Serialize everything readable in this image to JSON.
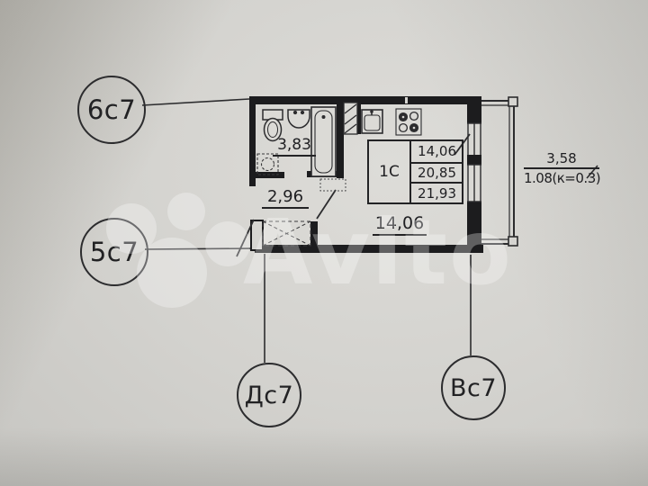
{
  "watermark": {
    "text": "Avito"
  },
  "axes": {
    "a6c7": "6с7",
    "a5c7": "5с7",
    "adc7": "Дс7",
    "abc7": "Вс7"
  },
  "areas": {
    "bathroom": "3,83",
    "hallway": "2,96",
    "room": "14,06"
  },
  "table": {
    "unit_type": "1С",
    "rows": [
      "14,06",
      "20,85",
      "21,93"
    ]
  },
  "dimension": {
    "numerator": "3,58",
    "denominator": "1.08(к=0.3)"
  }
}
